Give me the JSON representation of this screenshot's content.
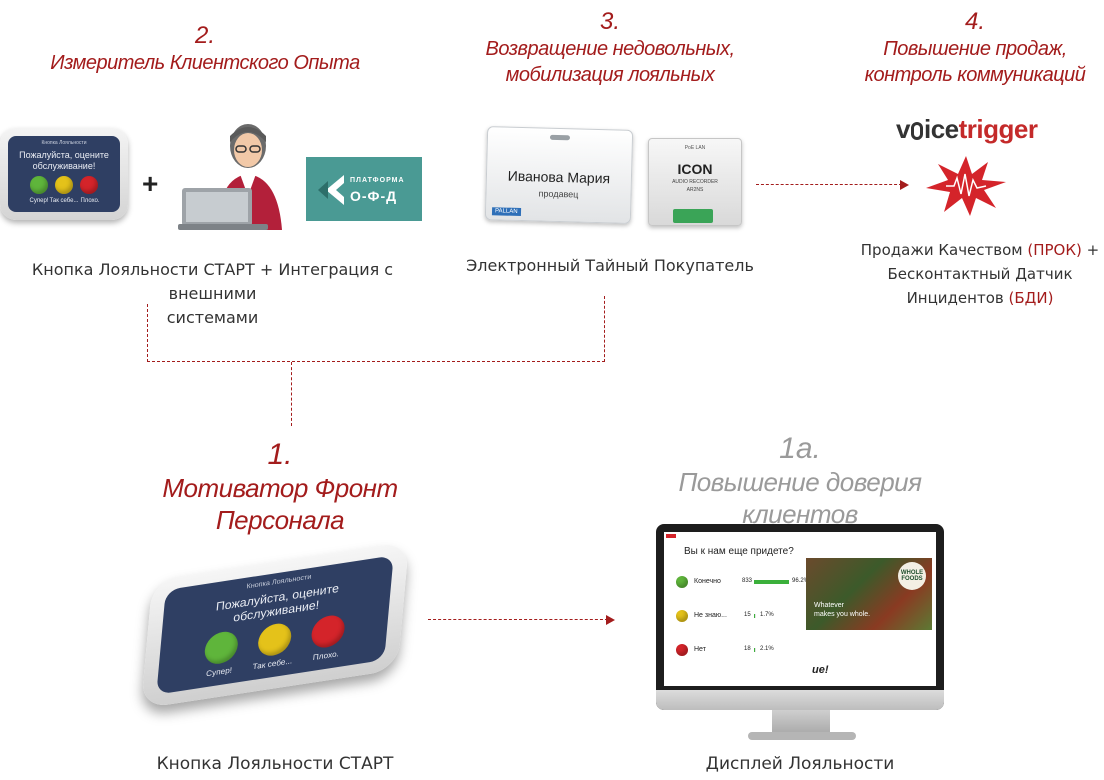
{
  "headings": {
    "h2": {
      "num": "2.",
      "title": "Измеритель Клиентского Опыта"
    },
    "h3": {
      "num": "3.",
      "title_line1": "Возвращение недовольных,",
      "title_line2": "мобилизация лояльных"
    },
    "h4": {
      "num": "4.",
      "title_line1": "Повышение продаж,",
      "title_line2": "контроль коммуникаций"
    },
    "h1": {
      "num": "1.",
      "title": "Мотиватор Фронт Персонала"
    },
    "h1a": {
      "num": "1a.",
      "title": "Повышение доверия клиентов"
    }
  },
  "captions": {
    "c2_line1": "Кнопка Лояльности СТАРТ + Интеграция с внешними",
    "c2_line2": "системами",
    "c3": "Электронный Тайный Покупатель",
    "c4_line1_a": "Продажи Качеством ",
    "c4_line1_b": "(ПРОК)",
    "c4_line1_c": " +",
    "c4_line2": "Бесконтактный Датчик",
    "c4_line3_a": "Инцидентов ",
    "c4_line3_b": "(БДИ)",
    "c1": "Кнопка Лояльности СТАРТ",
    "c1a": "Дисплей Лояльности"
  },
  "small_device": {
    "title": "Кнопка Лояльности",
    "prompt_line1": "Пожалуйста, оцените",
    "prompt_line2": "обслуживание!",
    "labels": [
      "Супер!",
      "Так себе...",
      "Плохо."
    ]
  },
  "plus_sign": "+",
  "ofd_logo": {
    "top": "ПЛАТФОРМА",
    "bottom": "О-Ф-Д"
  },
  "badge": {
    "name": "Иванова Мария",
    "role": "продавец",
    "brand": "PALLAN"
  },
  "recorder": {
    "top": "PoE LAN",
    "brand": "ICON",
    "sub1": "AUDIO RECORDER",
    "sub2": "AR2NS"
  },
  "voicetrigger": {
    "voice": "v",
    "ice": "ice",
    "trigger": "trigger"
  },
  "big_device": {
    "title": "Кнопка Лояльности",
    "prompt_line1": "Пожалуйста, оцените",
    "prompt_line2": "обслуживание!",
    "labels": [
      "Супер!",
      "Так себе...",
      "Плохо."
    ]
  },
  "monitor": {
    "question": "Вы к нам еще придете?",
    "rows": [
      {
        "label": "Конечно",
        "count": "833",
        "pct": "96.2%",
        "fill": 0.962
      },
      {
        "label": "Не знаю...",
        "count": "15",
        "pct": "1.7%",
        "fill": 0.017
      },
      {
        "label": "Нет",
        "count": "18",
        "pct": "2.1%",
        "fill": 0.021
      }
    ],
    "photo_brand_line1": "WHOLE",
    "photo_brand_line2": "FOODS",
    "photo_tag_line1": "Whatever",
    "photo_tag_line2": "makes you whole.",
    "footer": "ие!"
  },
  "colors": {
    "accent": "#a31c1c",
    "gray_heading": "#9a9a9a",
    "device_face": "#2f3f63",
    "green": "#5fb53b",
    "yellow": "#e4c21a",
    "red": "#d4242a",
    "ofd_bg": "#4a9a94"
  }
}
